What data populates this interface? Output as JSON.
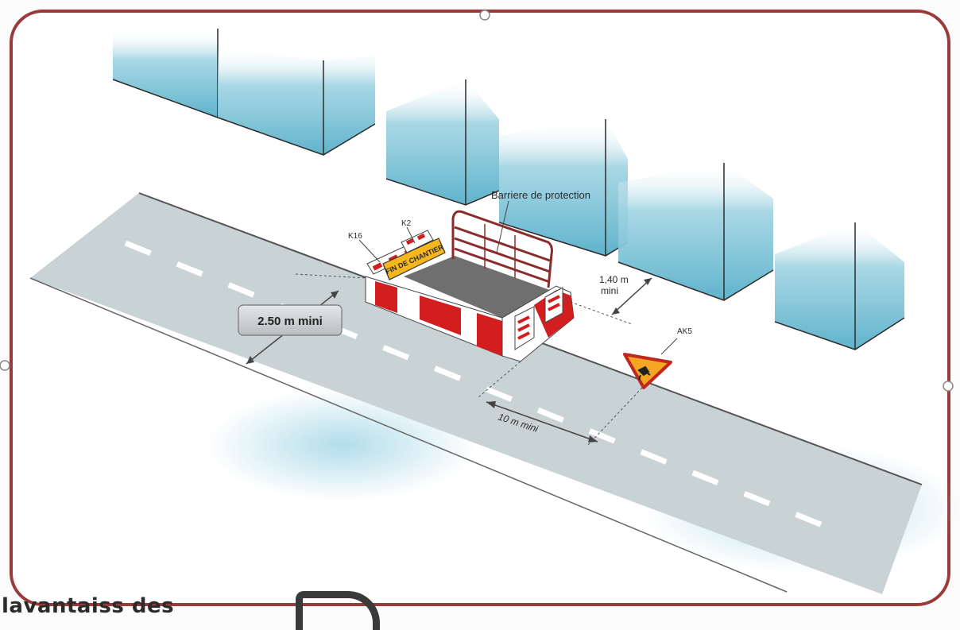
{
  "labels": {
    "barrier": "Barriere de protection",
    "k16": "K16",
    "k2": "K2",
    "sign_text": "FIN DE CHANTIER",
    "width_140": "1,40 m",
    "width_140_sub": "mini",
    "ak5": "AK5",
    "width_250": "2.50 m mini",
    "distance_10": "10 m mini"
  },
  "caption": "lavantaiss des",
  "colors": {
    "frame": "#9a3a3a",
    "road": "#c9d2d5",
    "building": "#7fc3d6",
    "barrier_red": "#d21e1e",
    "sign_yellow": "#f5b71c",
    "pavement": "#6f6f6f"
  }
}
